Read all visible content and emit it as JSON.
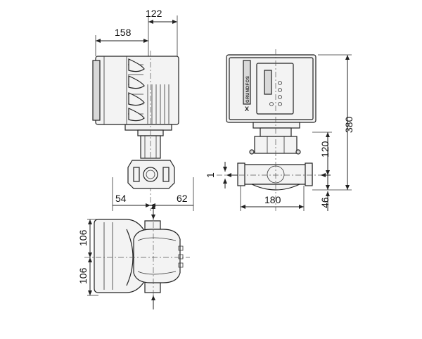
{
  "drawing": {
    "brand_label": "GRUNDFOS",
    "brand_mark": "X",
    "front_view": {
      "dim_width_total": "158",
      "dim_width_right": "122",
      "dim_left_offset": "54",
      "dim_right_offset": "62"
    },
    "side_view": {
      "dim_height_total": "380",
      "dim_height_upper": "120",
      "dim_height_lower": "46",
      "dim_port_length": "180",
      "dim_port_label": "1"
    },
    "top_view": {
      "dim_upper_half": "106",
      "dim_lower_half": "106"
    },
    "icons": [
      "flow-arrow-icon",
      "dimension-arrow-icon",
      "brand-logo-icon"
    ]
  }
}
